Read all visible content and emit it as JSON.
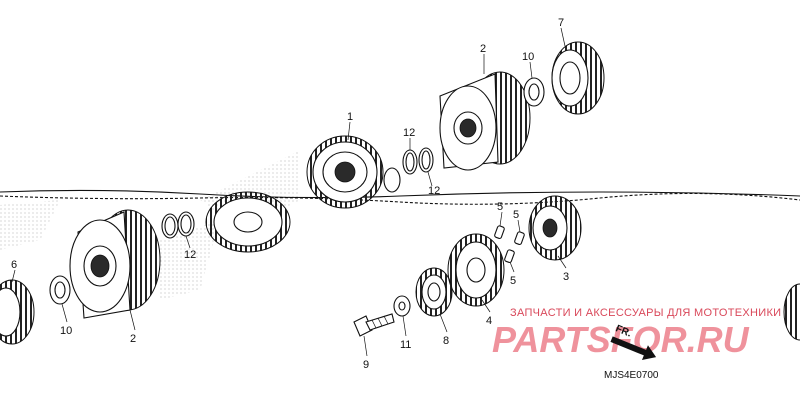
{
  "diagram": {
    "callouts": {
      "p1": "1",
      "p2_top": "2",
      "p2_bottom": "2",
      "p3": "3",
      "p4": "4",
      "p5_a": "5",
      "p5_b": "5",
      "p5_c": "5",
      "p6": "6",
      "p7": "7",
      "p8": "8",
      "p9": "9",
      "p10_top": "10",
      "p10_bottom": "10",
      "p11": "11",
      "p12_a": "12",
      "p12_b": "12",
      "p12_c": "12"
    },
    "direction_label": "FR.",
    "diagram_code": "MJS4E0700"
  },
  "watermark": {
    "tagline": "ЗАПЧАСТИ И АКСЕССУАРЫ ДЛЯ МОТОТЕХНИКИ",
    "logo": "PARTSFOR.RU"
  },
  "colors": {
    "ink": "#111111",
    "watermark_red": "#e23a4d",
    "background": "#ffffff"
  }
}
